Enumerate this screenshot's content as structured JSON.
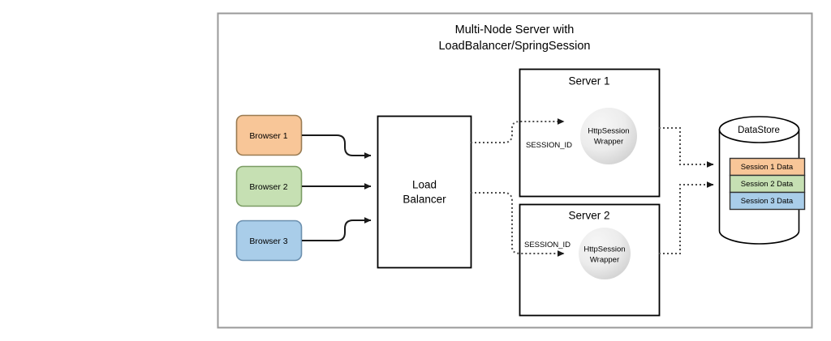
{
  "diagram": {
    "title_line1": "Multi-Node Server with",
    "title_line2": "LoadBalancer/SpringSession",
    "browsers": [
      {
        "label": "Browser 1",
        "fill": "#f8c698",
        "stroke": "#9a7b52"
      },
      {
        "label": "Browser 2",
        "fill": "#c6e0b3",
        "stroke": "#7b9c64"
      },
      {
        "label": "Browser 3",
        "fill": "#a9cde9",
        "stroke": "#6b8fae"
      }
    ],
    "load_balancer": {
      "label_line1": "Load",
      "label_line2": "Balancer"
    },
    "servers": [
      {
        "title": "Server 1",
        "session_label": "SESSION_ID",
        "wrapper_line1": "HttpSession",
        "wrapper_line2": "Wrapper"
      },
      {
        "title": "Server 2",
        "session_label": "SESSION_ID",
        "wrapper_line1": "HttpSession",
        "wrapper_line2": "Wrapper"
      }
    ],
    "datastore": {
      "title": "DataStore",
      "rows": [
        {
          "label": "Session 1 Data",
          "fill": "#f8c698",
          "stroke": "#333333"
        },
        {
          "label": "Session 2 Data",
          "fill": "#c6e0b3",
          "stroke": "#333333"
        },
        {
          "label": "Session 3 Data",
          "fill": "#a9cde9",
          "stroke": "#333333"
        }
      ]
    },
    "colors": {
      "outer_border": "#9a9a9a",
      "shape_border": "#000000",
      "connector": "#1a1a1a",
      "dotted": "#4d4d4d",
      "circle_light": "#f2f2f2",
      "circle_dark": "#d4d4d4"
    }
  }
}
